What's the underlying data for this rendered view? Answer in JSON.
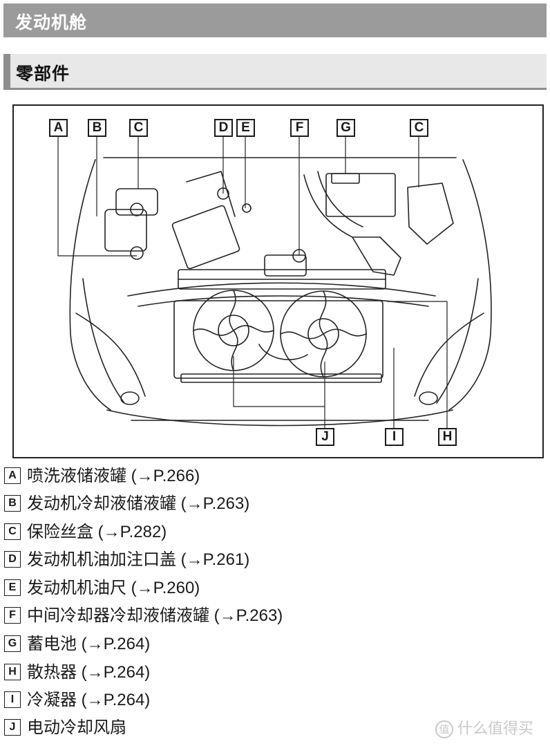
{
  "header": {
    "title": "发动机舱"
  },
  "subheader": {
    "title": "零部件"
  },
  "diagram": {
    "callouts_top": [
      "A",
      "B",
      "C",
      "D",
      "E",
      "F",
      "G",
      "C"
    ],
    "callouts_bottom": [
      "J",
      "I",
      "H"
    ]
  },
  "legend": [
    {
      "key": "A",
      "label": "喷洗液储液罐",
      "ref": " (→P.266)"
    },
    {
      "key": "B",
      "label": "发动机冷却液储液罐",
      "ref": " (→P.263)"
    },
    {
      "key": "C",
      "label": "保险丝盒",
      "ref": " (→P.282)"
    },
    {
      "key": "D",
      "label": "发动机机油加注口盖",
      "ref": " (→P.261)"
    },
    {
      "key": "E",
      "label": "发动机机油尺",
      "ref": " (→P.260)"
    },
    {
      "key": "F",
      "label": "中间冷却器冷却液储液罐",
      "ref": " (→P.263)"
    },
    {
      "key": "G",
      "label": "蓄电池",
      "ref": " (→P.264)"
    },
    {
      "key": "H",
      "label": "散热器",
      "ref": " (→P.264)"
    },
    {
      "key": "I",
      "label": "冷凝器",
      "ref": " (→P.264)"
    },
    {
      "key": "J",
      "label": "电动冷却风扇",
      "ref": ""
    }
  ],
  "watermark": {
    "logo": "值",
    "text": "什么值得买"
  }
}
